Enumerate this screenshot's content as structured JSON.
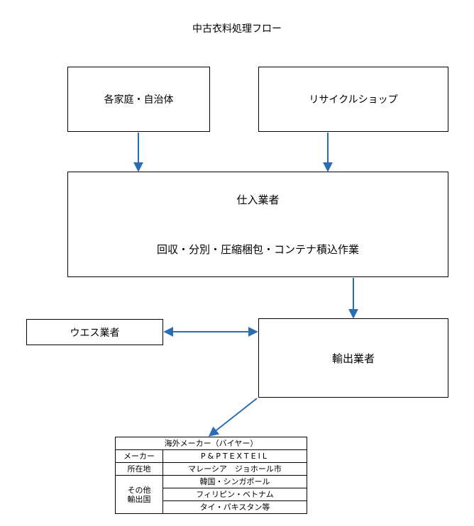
{
  "title": "中古衣料処理フロー",
  "boxes": {
    "households": "各家庭・自治体",
    "recycle_shop": "リサイクルショップ",
    "purchaser_title": "仕入業者",
    "purchaser_tasks": "回収・分別・圧縮梱包・コンテナ積込作業",
    "waste_dealer": "ウエス業者",
    "exporter": "輸出業者"
  },
  "buyer_table": {
    "header": "海外メーカー（バイヤー）",
    "maker_label": "メーカー",
    "maker_value": "P&PTEXTEIL",
    "location_label": "所在地",
    "location_value": "マレーシア　ジョホール市",
    "other_label_line1": "その他",
    "other_label_line2": "輸出国",
    "other_countries": [
      "韓国・シンガポール",
      "フィリピン・ベトナム",
      "タイ・パキスタン等"
    ]
  },
  "colors": {
    "arrow": "#2a6db5",
    "border": "#000000"
  }
}
